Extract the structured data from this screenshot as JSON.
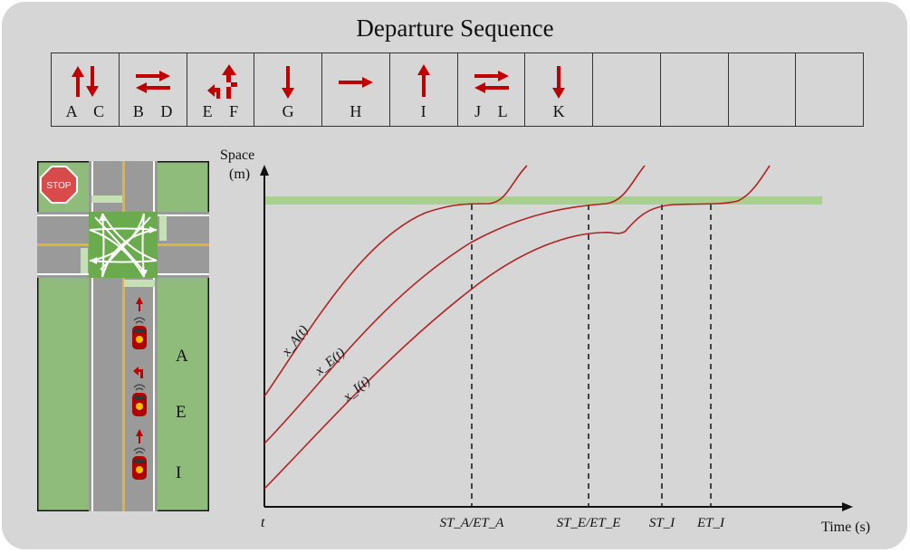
{
  "title": "Departure Sequence",
  "sequence": [
    {
      "label": "A C",
      "icon": "up-down-arrows-icon"
    },
    {
      "label": "B D",
      "icon": "left-right-arrows-icon"
    },
    {
      "label": "E F",
      "icon": "left-turn-arrows-icon"
    },
    {
      "label": "G",
      "icon": "down-arrow-icon"
    },
    {
      "label": "H",
      "icon": "right-arrow-icon"
    },
    {
      "label": "I",
      "icon": "up-arrow-icon"
    },
    {
      "label": "J L",
      "icon": "left-right-arrows-icon"
    },
    {
      "label": "K",
      "icon": "down-arrow-icon"
    },
    {
      "label": "",
      "icon": ""
    },
    {
      "label": "",
      "icon": ""
    },
    {
      "label": "",
      "icon": ""
    },
    {
      "label": "",
      "icon": ""
    }
  ],
  "intersection": {
    "stop_sign": "STOP",
    "lane_letters": [
      "A",
      "E",
      "I"
    ],
    "vehicle_icons": [
      "straight-arrow-icon",
      "left-turn-arrow-icon",
      "straight-arrow-icon"
    ]
  },
  "chart": {
    "ylabel": "Space",
    "yunit": "(m)",
    "xlabel": "Time (s)",
    "origin_label": "t",
    "curve_labels": [
      "x_A(t)",
      "x_E(t)",
      "x_I(t)"
    ],
    "markers": [
      "ST_A/ET_A",
      "ST_E/ET_E",
      "ST_I",
      "ET_I"
    ]
  },
  "colors": {
    "arrow": "#c00000",
    "curve": "#b22222",
    "stopline": "#a9d18e",
    "grass": "#8fbc7a",
    "road": "#9a9a9a",
    "intersection": "#6aab4e"
  }
}
